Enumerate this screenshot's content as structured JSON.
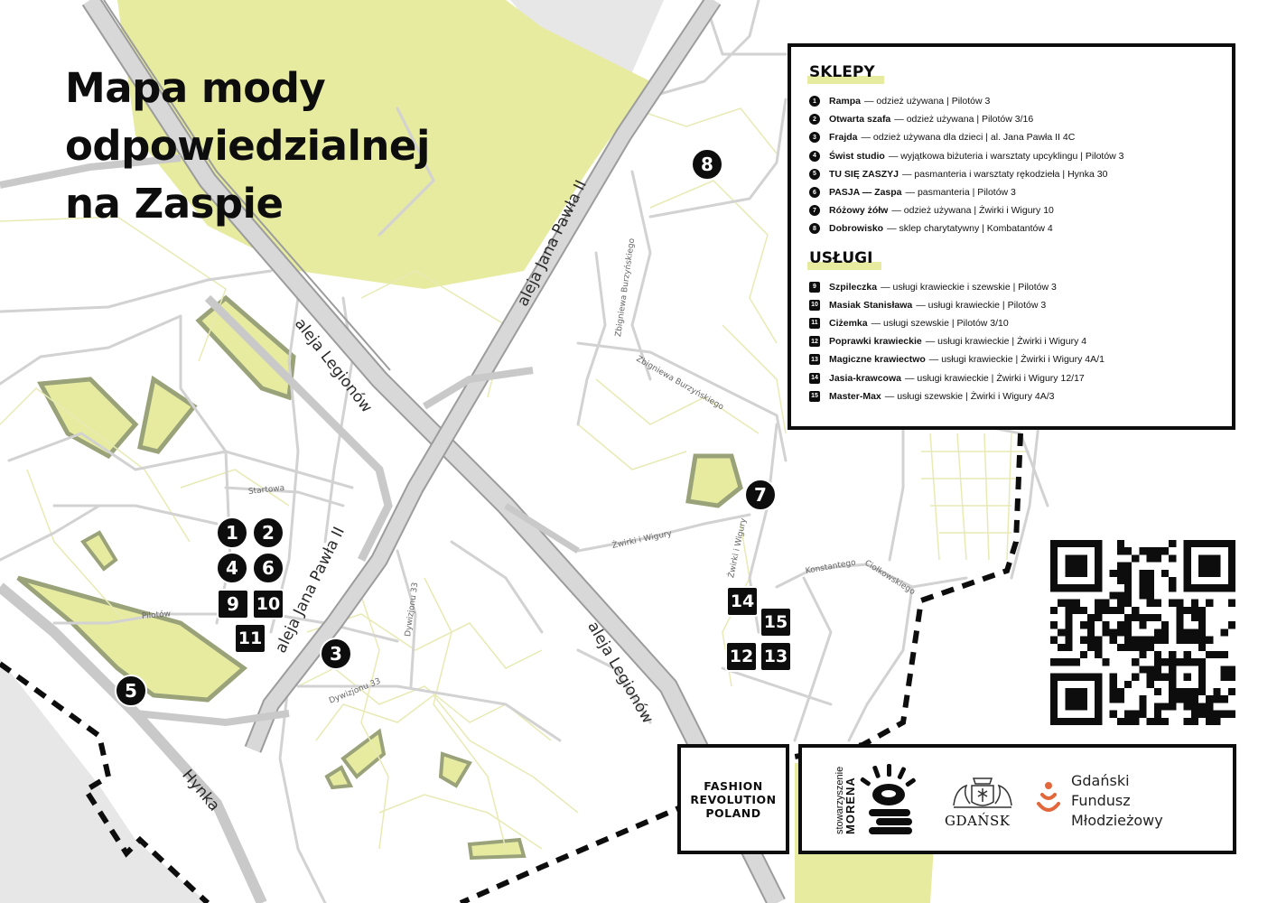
{
  "title_lines": [
    "Mapa mody",
    "odpowiedzialnej",
    "na Zaspie"
  ],
  "colors": {
    "park": "#e6eba0",
    "park_outline": "#9aa27a",
    "road_major": "#c9c9c9",
    "road_minor": "#d2d2d2",
    "path": "#e8eab4",
    "ink": "#0d0d0d",
    "gfm_accent": "#e2673a"
  },
  "streets": {
    "legionow_1": "aleja Legionów",
    "legionow_2": "aleja Legionów",
    "jp2_1": "aleja Jana Pawła II",
    "jp2_2": "aleja Jana Pawła II",
    "burzynskiego_1": "Zbigniewa Burzyńskiego",
    "burzynskiego_2": "Zbigniewa Burzyńskiego",
    "startowa": "Startowa",
    "pilotow": "Pilotów",
    "dywizjonu_1": "Dywizjonu 33",
    "dywizjonu_2": "Dywizjonu 33",
    "zwirki_1": "Żwirki i Wigury",
    "zwirki_2": "Żwirki i Wigury",
    "konstantego": "Konstantego",
    "ciolkowskiego": "Ciołkowskiego",
    "hynka": "Hynka"
  },
  "pins": {
    "p1": "1",
    "p2": "2",
    "p3": "3",
    "p4": "4",
    "p5": "5",
    "p6": "6",
    "p7": "7",
    "p8": "8",
    "p9": "9",
    "p10": "10",
    "p11": "11",
    "p12": "12",
    "p13": "13",
    "p14": "14",
    "p15": "15"
  },
  "legend": {
    "shops_heading": "SKLEPY",
    "services_heading": "USŁUGI",
    "shops": [
      {
        "num": "1",
        "name": "Rampa",
        "desc": "— odzież używana | Pilotów 3"
      },
      {
        "num": "2",
        "name": "Otwarta szafa",
        "desc": "— odzież używana | Pilotów 3/16"
      },
      {
        "num": "3",
        "name": "Frajda",
        "desc": "— odzież używana dla dzieci | al. Jana Pawła II 4C"
      },
      {
        "num": "4",
        "name": "Świst studio",
        "desc": "— wyjątkowa biżuteria i warsztaty upcyklingu | Pilotów 3"
      },
      {
        "num": "5",
        "name": "TU SIĘ ZASZYJ",
        "desc": "— pasmanteria i warsztaty rękodzieła | Hynka 30"
      },
      {
        "num": "6",
        "name": "PASJA — Zaspa",
        "desc": "— pasmanteria | Pilotów 3"
      },
      {
        "num": "7",
        "name": "Różowy żółw",
        "desc": "— odzież używana | Żwirki i Wigury 10"
      },
      {
        "num": "8",
        "name": "Dobrowisko",
        "desc": "— sklep charytatywny | Kombatantów 4"
      }
    ],
    "services": [
      {
        "num": "9",
        "name": "Szpileczka",
        "desc": "— usługi krawieckie i szewskie | Pilotów 3"
      },
      {
        "num": "10",
        "name": "Masiak Stanisława",
        "desc": "— usługi krawieckie | Pilotów 3"
      },
      {
        "num": "11",
        "name": "Ciżemka",
        "desc": "— usługi szewskie | Pilotów 3/10"
      },
      {
        "num": "12",
        "name": "Poprawki krawieckie",
        "desc": "— usługi krawieckie | Żwirki i Wigury 4"
      },
      {
        "num": "13",
        "name": "Magiczne krawiectwo",
        "desc": "— usługi krawieckie | Żwirki i Wigury 4A/1"
      },
      {
        "num": "14",
        "name": "Jasia-krawcowa",
        "desc": "— usługi krawieckie | Żwirki i Wigury 12/17"
      },
      {
        "num": "15",
        "name": "Master-Max",
        "desc": "— usługi szewskie | Żwirki i Wigury 4A/3"
      }
    ]
  },
  "fashion_revolution_lines": [
    "FASHION",
    "REVOLUTION",
    "POLAND"
  ],
  "sponsors": {
    "morena_small": "stowarzyszenie",
    "morena_big": "MORENA",
    "gdansk": "GDAŃSK",
    "gfm_lines": [
      "Gdański",
      "Fundusz",
      "Młodzieżowy"
    ]
  },
  "icons": {
    "qr": "qr-code-icon",
    "morena": "morena-logo-icon",
    "gdansk": "gdansk-coat-of-arms-icon",
    "gfm": "gfm-logo-icon"
  }
}
